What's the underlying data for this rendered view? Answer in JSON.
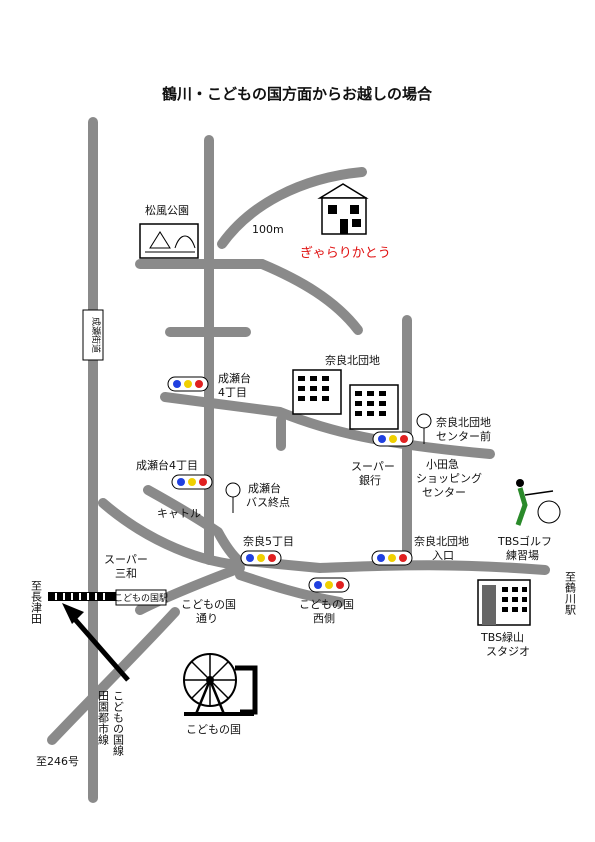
{
  "title": "鶴川・こどもの国方面からお越しの場合",
  "colors": {
    "road": "#8a8a8a",
    "destination": "#e01010",
    "signal_red": "#e02020",
    "signal_yellow": "#f0d000",
    "signal_blue": "#2040e0"
  },
  "labels": {
    "matsukaze_park": "松風公園",
    "distance": "100m",
    "destination": "ぎゃらりかとう",
    "naruse_kaido": "成瀬街道",
    "narasekita_danchi": "奈良北団地",
    "naruse_4chome_a": "成瀬台",
    "naruse_4chome_b": "4丁目",
    "naraketa_center_a": "奈良北団地",
    "naraketa_center_b": "センター前",
    "super_bank_a": "スーパー",
    "super_bank_b": "銀行",
    "odakyu_a": "小田急",
    "odakyu_b": "ショッピング",
    "odakyu_c": "センター",
    "naruse_4chome_signal": "成瀬台4丁目",
    "bus_terminal_a": "成瀬台",
    "bus_terminal_b": "バス終点",
    "kyatoru": "キャトル",
    "nara_5chome": "奈良5丁目",
    "naraketa_entrance_a": "奈良北団地",
    "naraketa_entrance_b": "入口",
    "tbs_golf_a": "TBSゴルフ",
    "tbs_golf_b": "練習場",
    "super_sanwa_a": "スーパー",
    "super_sanwa_b": "三和",
    "to_tsurukawa": "至鶴川駅",
    "to_nagatsuta": "至長津田",
    "kodomonokuni_station": "こどもの国駅",
    "kodomo_dori_a": "こどもの国",
    "kodomo_dori_b": "通り",
    "kodomo_nishi_a": "こどもの国",
    "kodomo_nishi_b": "西側",
    "tbs_studio_a": "TBS緑山",
    "tbs_studio_b": "スタジオ",
    "den_en_line": "田園都市線",
    "kodomo_line": "こどもの国線",
    "kodomonokuni": "こどもの国",
    "to_246": "至246号"
  }
}
